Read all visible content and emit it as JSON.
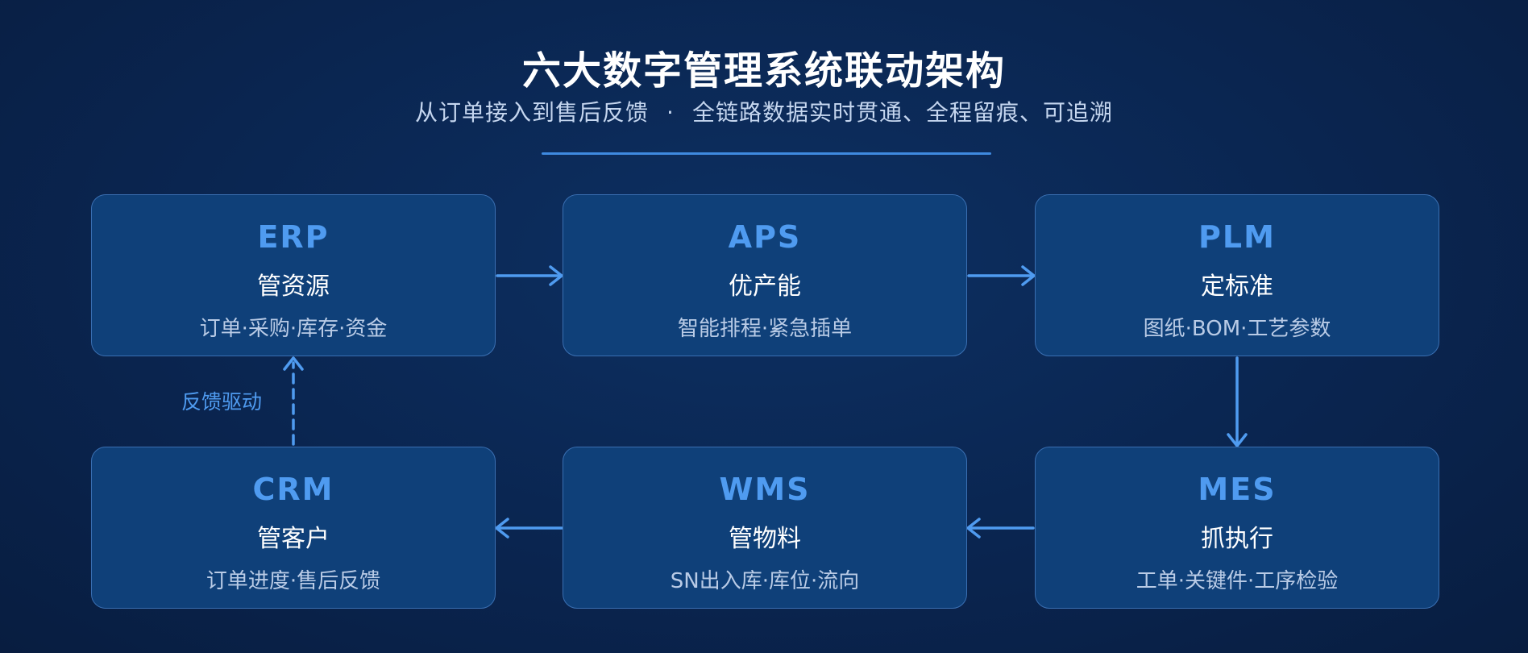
{
  "header": {
    "title": "六大数字管理系统联动架构",
    "subtitle_left": "从订单接入到售后反馈",
    "subtitle_sep": "·",
    "subtitle_right": "全链路数据实时贯通、全程留痕、可追溯"
  },
  "nodes": {
    "erp": {
      "code": "ERP",
      "role": "管资源",
      "detail": "订单·采购·库存·资金"
    },
    "aps": {
      "code": "APS",
      "role": "优产能",
      "detail": "智能排程·紧急插单"
    },
    "plm": {
      "code": "PLM",
      "role": "定标准",
      "detail": "图纸·BOM·工艺参数"
    },
    "mes": {
      "code": "MES",
      "role": "抓执行",
      "detail": "工单·关键件·工序检验"
    },
    "wms": {
      "code": "WMS",
      "role": "管物料",
      "detail": "SN出入库·库位·流向"
    },
    "crm": {
      "code": "CRM",
      "role": "管客户",
      "detail": "订单进度·售后反馈"
    }
  },
  "edges": {
    "feedback_label": "反馈驱动"
  },
  "colors": {
    "accent": "#4f9bf0",
    "node_fill": "#0f4079",
    "node_border": "#3a6fb2",
    "background": "#0a2550"
  }
}
